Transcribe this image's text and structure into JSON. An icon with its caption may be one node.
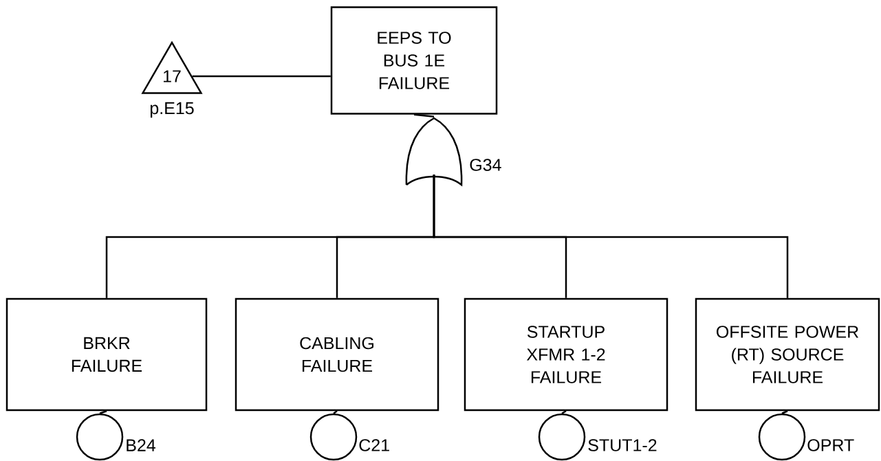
{
  "diagram": {
    "nodes": [
      {
        "text": [
          "EEPS TO BUS 1E FAILURE"
        ]
      },
      {
        "text": [
          "17"
        ],
        "beside": [
          "p.E15"
        ]
      },
      {
        "text": [],
        "shape": "gate",
        "beside": [
          "G34"
        ]
      },
      {
        "text": [
          "BRKR FAILURE"
        ]
      },
      {
        "text": [
          "CABLING FAILURE"
        ]
      },
      {
        "text": [
          "STARTUP XFMR 1-2 FAILURE"
        ]
      },
      {
        "text": [
          "OFFSITE POWER (RT) SOURCE FAILURE"
        ]
      },
      {
        "text": [],
        "shape": "circle",
        "beside": [
          "B24"
        ]
      },
      {
        "text": [],
        "shape": "circle",
        "beside": [
          "C21"
        ]
      },
      {
        "text": [],
        "shape": "circle",
        "beside": [
          "STUT1-2"
        ]
      },
      {
        "text": [],
        "shape": "circle",
        "beside": [
          "OPRT"
        ]
      }
    ],
    "edges": [
      {
        "from": 1,
        "to": 0,
        "arrow": "none"
      },
      {
        "from": 2,
        "to": 0,
        "arrow": "none"
      },
      {
        "from": 2,
        "to": 3,
        "arrow": "none"
      },
      {
        "from": 2,
        "to": 4,
        "arrow": "none"
      },
      {
        "from": 2,
        "to": 5,
        "arrow": "none"
      },
      {
        "from": 2,
        "to": 6,
        "arrow": "none"
      },
      {
        "from": 3,
        "to": 7,
        "arrow": "none"
      },
      {
        "from": 4,
        "to": 8,
        "arrow": "none"
      },
      {
        "from": 5,
        "to": 9,
        "arrow": "none"
      },
      {
        "from": 6,
        "to": 10,
        "arrow": "none"
      }
    ]
  }
}
